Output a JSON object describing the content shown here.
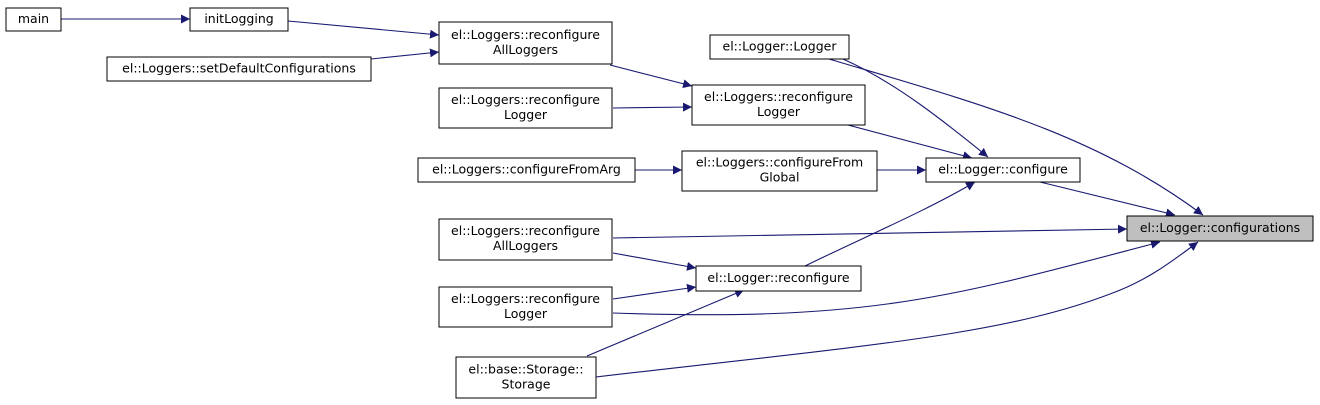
{
  "nodes": {
    "main": [
      "main"
    ],
    "initLogging": [
      "initLogging"
    ],
    "reconfigAll1": [
      "el::Loggers::reconfigure",
      "AllLoggers"
    ],
    "setDefault": [
      "el::Loggers::setDefaultConfigurations"
    ],
    "loggerCtor": [
      "el::Logger::Logger"
    ],
    "reconfigLogger1": [
      "el::Loggers::reconfigure",
      "Logger"
    ],
    "reconfigLogger2": [
      "el::Loggers::reconfigure",
      "Logger"
    ],
    "configureFromArg": [
      "el::Loggers::configureFromArg"
    ],
    "configureFromGlobal": [
      "el::Loggers::configureFrom",
      "Global"
    ],
    "loggerConfigure": [
      "el::Logger::configure"
    ],
    "configurations": [
      "el::Logger::configurations"
    ],
    "reconfigAll2": [
      "el::Loggers::reconfigure",
      "AllLoggers"
    ],
    "loggerReconfigure": [
      "el::Logger::reconfigure"
    ],
    "reconfigLogger3": [
      "el::Loggers::reconfigure",
      "Logger"
    ],
    "storage": [
      "el::base::Storage::",
      "Storage"
    ]
  },
  "edges": [
    [
      "main",
      "initLogging"
    ],
    [
      "initLogging",
      "reconfigAll1"
    ],
    [
      "setDefault",
      "reconfigAll1"
    ],
    [
      "reconfigAll1",
      "reconfigLogger2"
    ],
    [
      "reconfigLogger1",
      "reconfigLogger2"
    ],
    [
      "reconfigLogger2",
      "loggerConfigure"
    ],
    [
      "configureFromArg",
      "configureFromGlobal"
    ],
    [
      "configureFromGlobal",
      "loggerConfigure"
    ],
    [
      "loggerCtor",
      "loggerConfigure"
    ],
    [
      "loggerReconfigure",
      "loggerConfigure"
    ],
    [
      "loggerCtor",
      "configurations"
    ],
    [
      "loggerConfigure",
      "configurations"
    ],
    [
      "reconfigAll2",
      "configurations"
    ],
    [
      "reconfigAll2",
      "loggerReconfigure"
    ],
    [
      "reconfigLogger3",
      "loggerReconfigure"
    ],
    [
      "storage",
      "loggerReconfigure"
    ],
    [
      "reconfigLogger3",
      "configurations"
    ],
    [
      "storage",
      "configurations"
    ]
  ],
  "highlighted_node": "configurations",
  "colors": {
    "edge": "#191970",
    "highlight_fill": "#bfbfbf",
    "node_border": "#000000"
  }
}
